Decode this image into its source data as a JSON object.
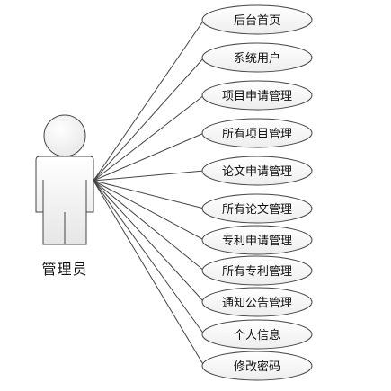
{
  "actor": {
    "name": "管理员"
  },
  "use_cases": [
    {
      "label": "后台首页"
    },
    {
      "label": "系统用户"
    },
    {
      "label": "项目申请管理"
    },
    {
      "label": "所有项目管理"
    },
    {
      "label": "论文申请管理"
    },
    {
      "label": "所有论文管理"
    },
    {
      "label": "专利申请管理"
    },
    {
      "label": "所有专利管理"
    },
    {
      "label": "通知公告管理"
    },
    {
      "label": "个人信息"
    },
    {
      "label": "修改密码"
    }
  ],
  "colors": {
    "stroke": "#444444",
    "actor_fill_top": "#ffffff",
    "actor_fill_bottom": "#e6e6e6",
    "ellipse_fill_top": "#ffffff",
    "ellipse_fill_bottom": "#eeeeee",
    "text": "#111111"
  }
}
